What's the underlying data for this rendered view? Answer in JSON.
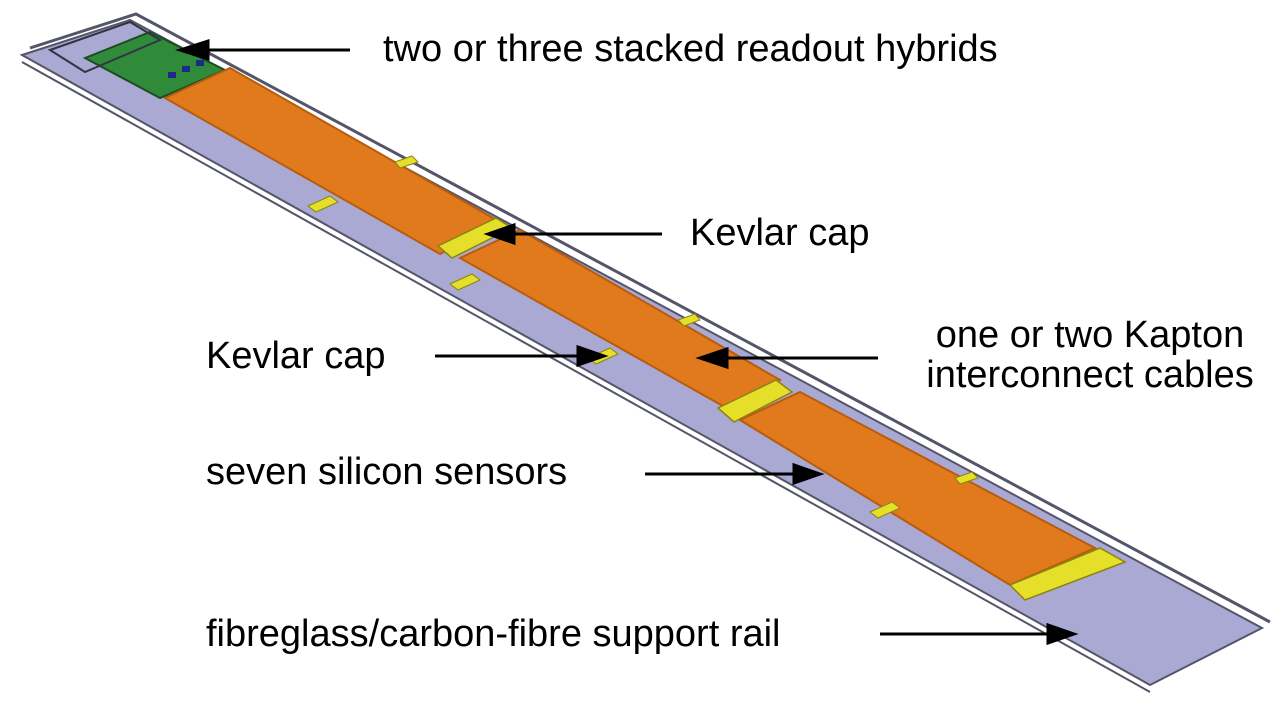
{
  "labels": {
    "hybrids": "two or three stacked readout hybrids",
    "kevlar_cap_top": "Kevlar cap",
    "kevlar_cap_left": "Kevlar cap",
    "kapton_line1": "one or two Kapton",
    "kapton_line2": "interconnect cables",
    "sensors": "seven silicon sensors",
    "rail": "fibreglass/carbon-fibre support rail"
  },
  "colors": {
    "rail": "#a9a9d3",
    "rail_edge": "#55556a",
    "kapton": "#e07a1c",
    "kapton_dark": "#b85c0d",
    "kevlar": "#e6df2a",
    "hybrid": "#2f8a3a",
    "arrow": "#000000"
  }
}
